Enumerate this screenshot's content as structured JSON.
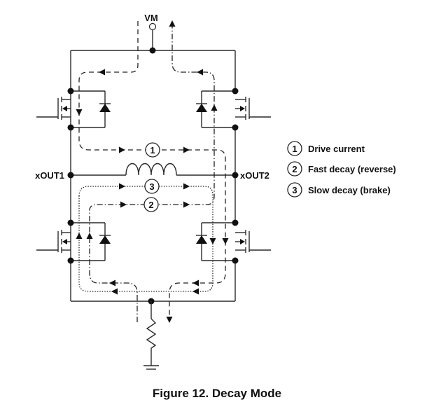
{
  "figure": {
    "caption": "Figure 12.  Decay Mode"
  },
  "circuit": {
    "supply_label": "VM",
    "out1_label": "xOUT1",
    "out2_label": "xOUT2",
    "path_markers": [
      "1",
      "3",
      "2"
    ]
  },
  "legend": {
    "items": [
      {
        "number": "1",
        "label": "Drive current",
        "line_style": "dashed"
      },
      {
        "number": "2",
        "label": "Fast decay (reverse)",
        "line_style": "dash-dot"
      },
      {
        "number": "3",
        "label": "Slow decay (brake)",
        "line_style": "dotted"
      }
    ]
  }
}
